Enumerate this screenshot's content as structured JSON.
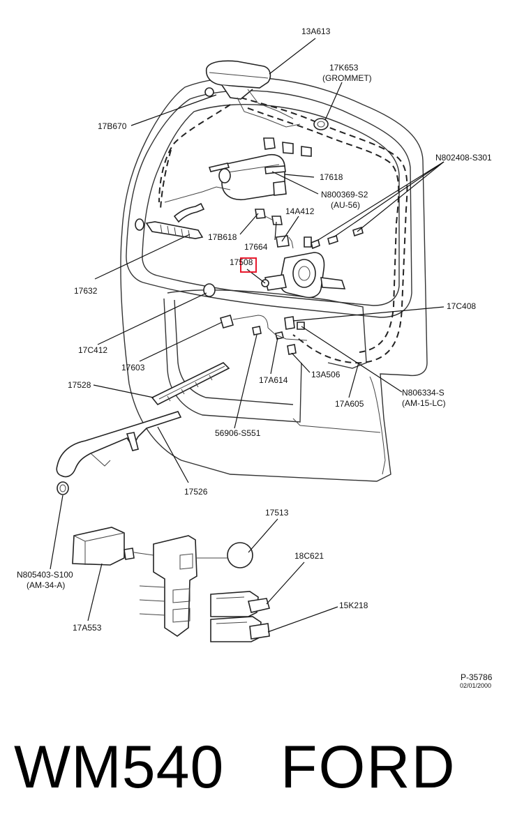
{
  "labels": {
    "l13A613": "13A613",
    "l17K653": "17K653",
    "l17K653_note": "(GROMMET)",
    "l17B670": "17B670",
    "lN802408": "N802408-S301",
    "l17618": "17618",
    "lN800369": "N800369-S2",
    "lN800369_note": "(AU-56)",
    "l14A412": "14A412",
    "l17B618": "17B618",
    "l17664": "17664",
    "l17508": "17508",
    "l17632": "17632",
    "l17C408": "17C408",
    "l17C412": "17C412",
    "l17603": "17603",
    "l17A614": "17A614",
    "l13A506": "13A506",
    "lN806334": "N806334-S",
    "lN806334_note": "(AM-15-LC)",
    "l17A605": "17A605",
    "l17528": "17528",
    "l56906": "56906-S551",
    "l17526": "17526",
    "l17513": "17513",
    "l18C621": "18C621",
    "l15K218": "15K218",
    "lN805403": "N805403-S100",
    "lN805403_note": "(AM-34-A)",
    "l17A553": "17A553"
  },
  "drawing_id": "P-35786",
  "drawing_date": "02/01/2000",
  "footer": {
    "model_code": "WM540",
    "brand": "FORD"
  },
  "colors": {
    "highlight": "#e8182c",
    "line": "#222222"
  }
}
